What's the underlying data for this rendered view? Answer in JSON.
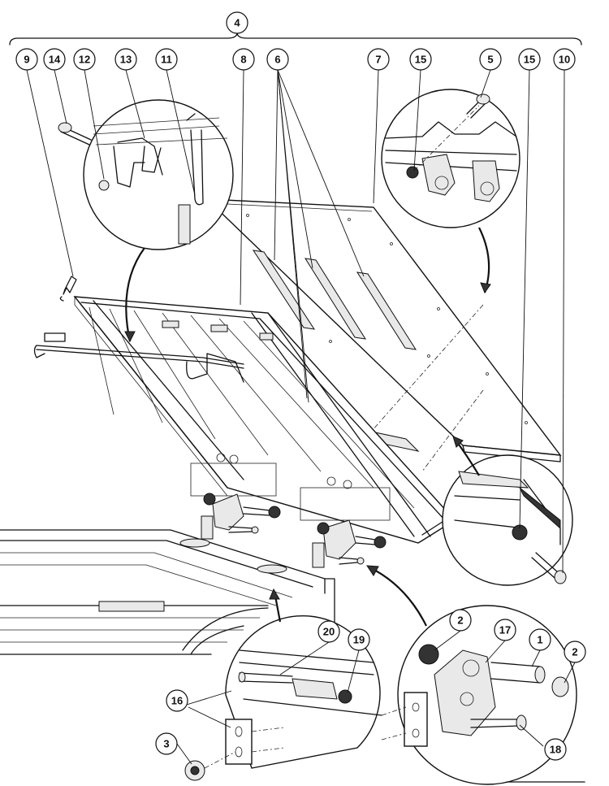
{
  "callouts": {
    "c4": "4",
    "c9": "9",
    "c14": "14",
    "c12": "12",
    "c13": "13",
    "c11": "11",
    "c8": "8",
    "c6": "6",
    "c7": "7",
    "c15a": "15",
    "c5": "5",
    "c15b": "15",
    "c10": "10",
    "c2a": "2",
    "c17": "17",
    "c1": "1",
    "c2b": "2",
    "c20": "20",
    "c19": "19",
    "c16": "16",
    "c3": "3",
    "c18": "18"
  }
}
